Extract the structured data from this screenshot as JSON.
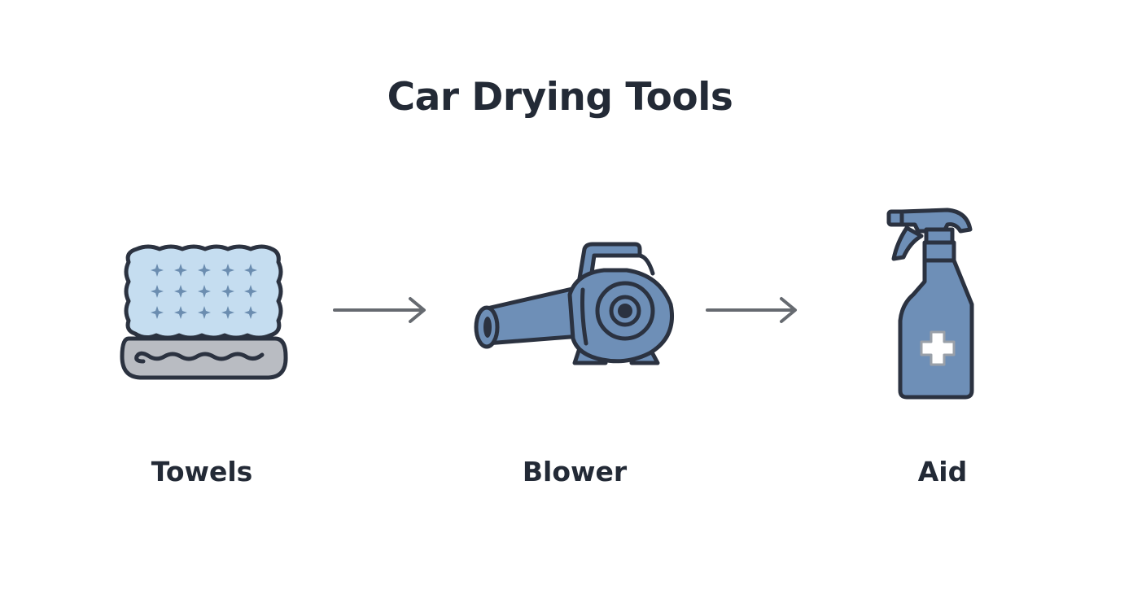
{
  "title": "Car Drying Tools",
  "steps": [
    {
      "label": "Towels",
      "icon": "towel-stack-icon"
    },
    {
      "label": "Blower",
      "icon": "leaf-blower-icon"
    },
    {
      "label": "Aid",
      "icon": "spray-bottle-icon"
    }
  ],
  "connectors": [
    "arrow-right-icon",
    "arrow-right-icon"
  ],
  "colors": {
    "text": "#232a36",
    "outline": "#2b3240",
    "towel_top": "#c5ddf0",
    "towel_pattern": "#6b8db0",
    "towel_bottom": "#b9bcc2",
    "tool_blue": "#6e8fb7",
    "arrow": "#666a70",
    "cross_fill": "#ffffff"
  }
}
